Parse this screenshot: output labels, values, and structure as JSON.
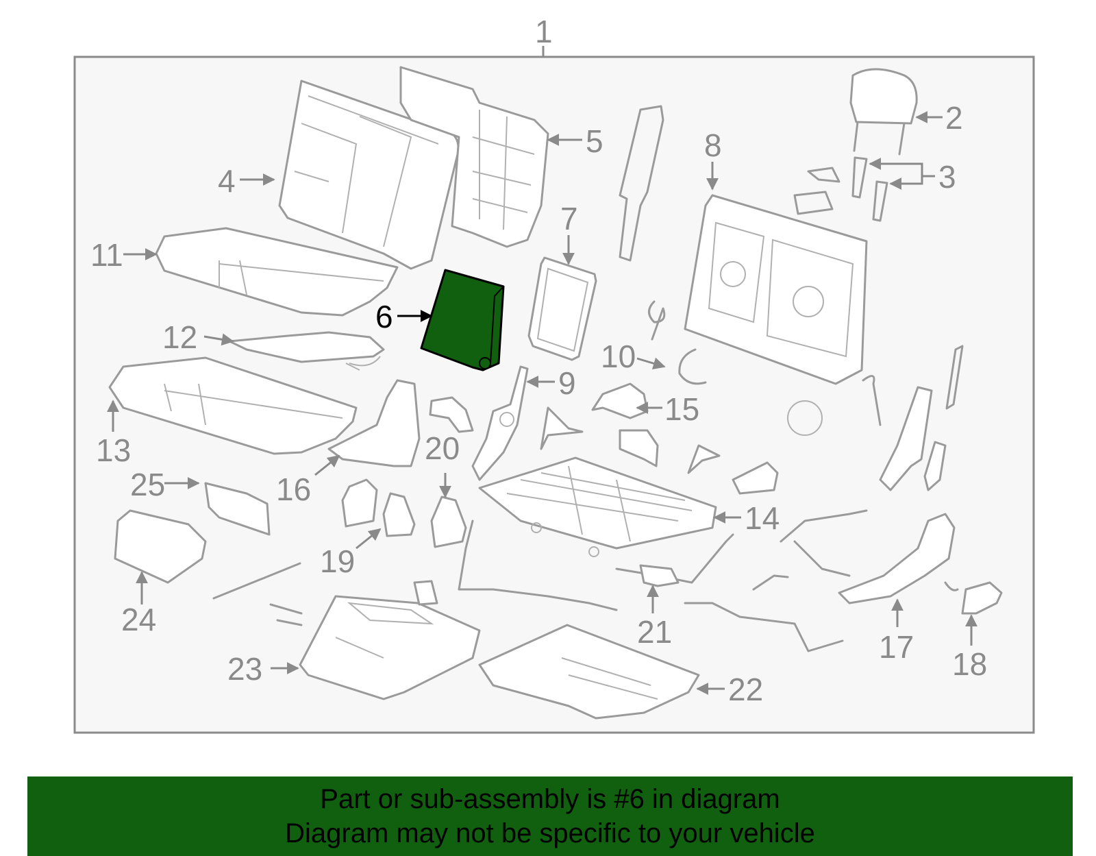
{
  "diagram": {
    "highlighted_part": "6",
    "highlight_color": "#106010",
    "callouts": [
      "1",
      "2",
      "3",
      "4",
      "5",
      "6",
      "7",
      "8",
      "9",
      "10",
      "11",
      "12",
      "13",
      "14",
      "15",
      "16",
      "17",
      "18",
      "19",
      "20",
      "21",
      "22",
      "23",
      "24",
      "25"
    ]
  },
  "banner": {
    "line1": "Part or sub-assembly is #6 in diagram",
    "line2": "Diagram may not be specific to your vehicle",
    "background": "#106010"
  }
}
